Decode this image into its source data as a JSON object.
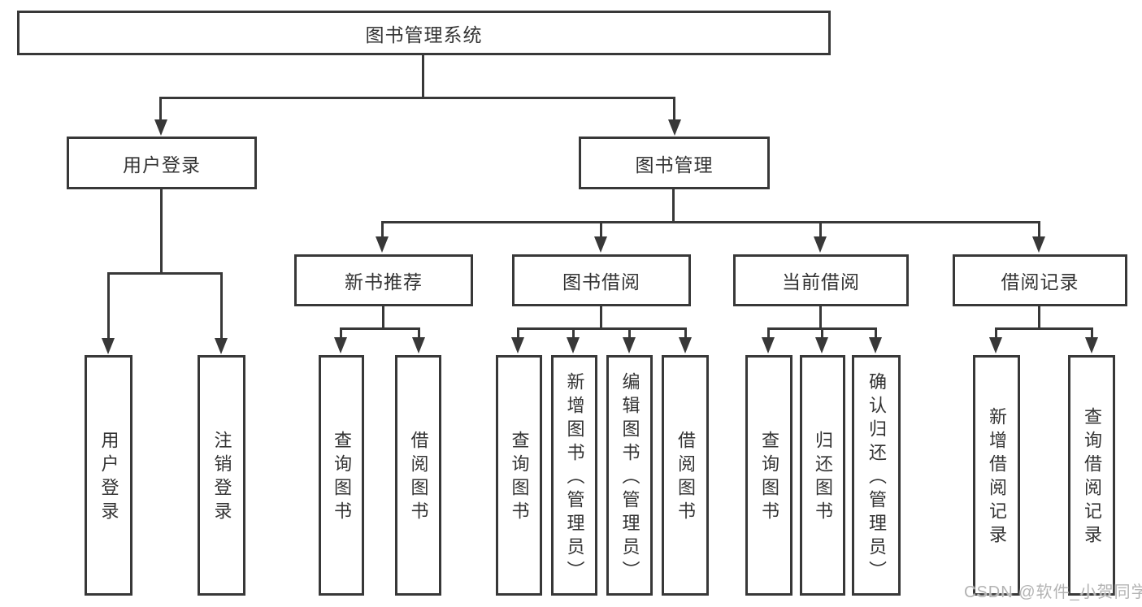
{
  "tree": {
    "root": {
      "label": "图书管理系统"
    },
    "level2": [
      {
        "label": "用户登录"
      },
      {
        "label": "图书管理"
      }
    ],
    "level3": [
      {
        "label": "新书推荐"
      },
      {
        "label": "图书借阅"
      },
      {
        "label": "当前借阅"
      },
      {
        "label": "借阅记录"
      }
    ],
    "level4": [
      {
        "label": "用户登录"
      },
      {
        "label": "注销登录"
      },
      {
        "label": "查询图书"
      },
      {
        "label": "借阅图书"
      },
      {
        "label": "查询图书"
      },
      {
        "label": "新增图书（管理员）"
      },
      {
        "label": "编辑图书（管理员）"
      },
      {
        "label": "借阅图书"
      },
      {
        "label": "查询图书"
      },
      {
        "label": "归还图书"
      },
      {
        "label": "确认归还（管理员）"
      },
      {
        "label": "新增借阅记录"
      },
      {
        "label": "查询借阅记录"
      }
    ]
  },
  "watermark": {
    "text": "CSDN @软件_小贺同学"
  },
  "colors": {
    "line": "#383838",
    "text": "#333333",
    "background": "#ffffff",
    "watermark": "#b3b3b3"
  }
}
